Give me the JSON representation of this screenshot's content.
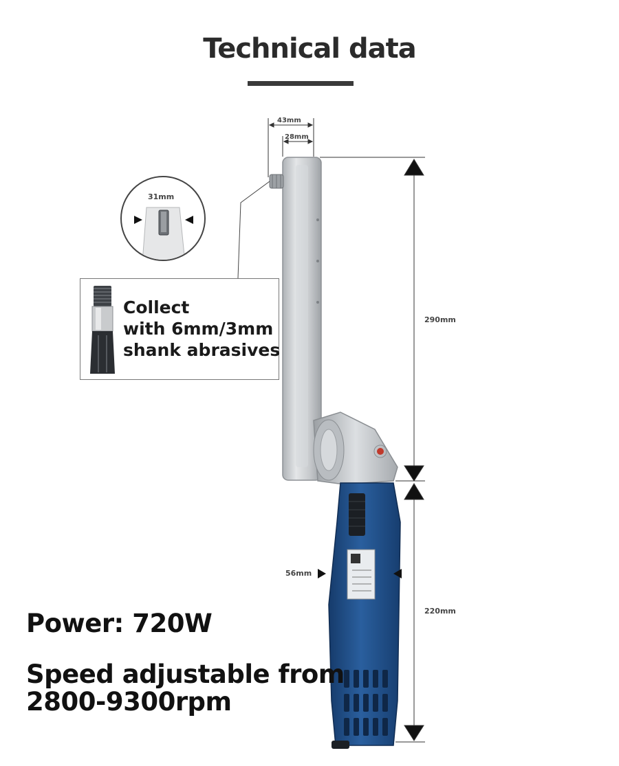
{
  "header": {
    "title": "Technical data"
  },
  "dimensions": {
    "width_outer": "43mm",
    "width_inner": "28mm",
    "collet_detail": "31mm",
    "arm_length": "290mm",
    "body_length": "220mm",
    "grip_width": "56mm"
  },
  "collet": {
    "line1": "Collect",
    "line2": "with 6mm/3mm",
    "line3": "shank abrasives"
  },
  "specs": {
    "power": "Power: 720W",
    "speed_line1": "Speed adjustable from",
    "speed_line2": "2800-9300rpm"
  },
  "colors": {
    "body_blue": "#1f4e8c",
    "arm_silver": "#c8cbcf",
    "text_dark": "#1a1a1a"
  }
}
